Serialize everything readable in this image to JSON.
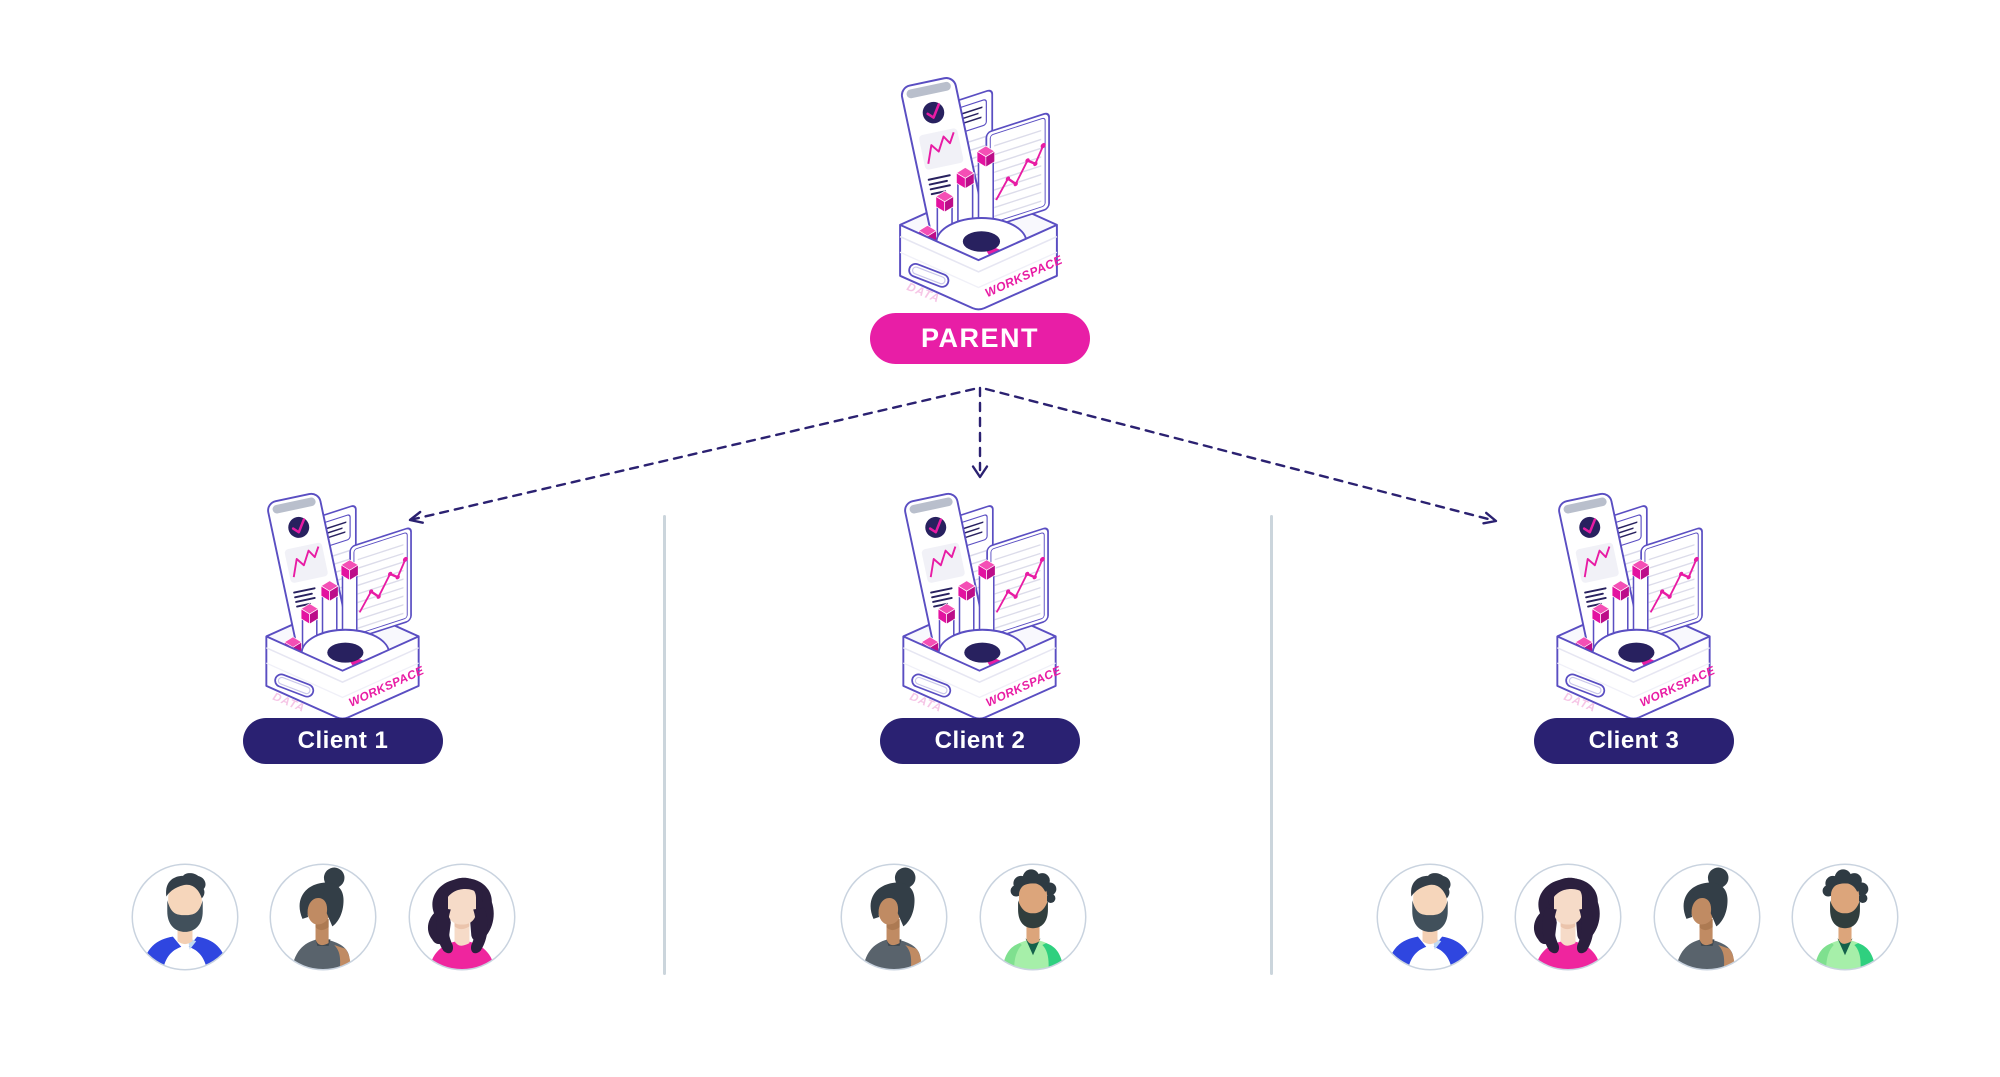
{
  "diagram": {
    "parent": {
      "label": "PARENT"
    },
    "clients": [
      {
        "id": "client-1",
        "label": "Client 1",
        "members": [
          "man-beard-blue-jacket",
          "woman-hair-bun-gray-top",
          "woman-long-dark-hair-pink-top"
        ]
      },
      {
        "id": "client-2",
        "label": "Client 2",
        "members": [
          "woman-hair-bun-gray-top",
          "man-curly-hair-green-shirt"
        ]
      },
      {
        "id": "client-3",
        "label": "Client 3",
        "members": [
          "man-beard-blue-jacket",
          "woman-long-dark-hair-pink-top",
          "woman-hair-bun-gray-top",
          "man-curly-hair-green-shirt"
        ]
      }
    ],
    "workspace_art": {
      "workspace_text": "WORKSPACE",
      "data_text": "DATA"
    },
    "colors": {
      "parent_pill": "#E81EA6",
      "client_pill": "#2A2172",
      "magenta_accent": "#E81CA4",
      "illustration_outline": "#5A4EC2",
      "navy_ink": "#28215F",
      "arrow": "#2B2171",
      "divider": "#CBD5DC",
      "avatar_ring": "#C9D3DF"
    }
  }
}
